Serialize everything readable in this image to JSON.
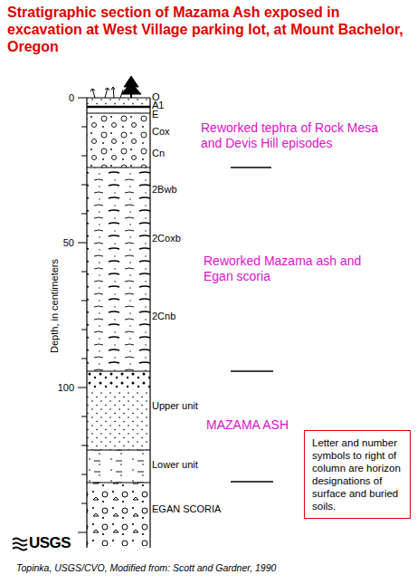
{
  "diagram": {
    "title": "Stratigraphic section of Mazama Ash exposed in excavation at West Village parking lot, at Mount Bachelor, Oregon",
    "caption": "Topinka, USGS/CVO, Modified from: Scott and Gardner, 1990",
    "nodes": [
      {
        "text": [
          "Letter and number symbols to right of column are horizon designations of surface and buried soils."
        ]
      }
    ],
    "labels": [
      "O",
      "A1",
      "E",
      "Cox",
      "Cn",
      "2Bwb",
      "2Coxb",
      "2Cnb",
      "Upper unit",
      "Lower unit",
      "EGAN SCORIA",
      "Reworked tephra of Rock Mesa and Devis Hill episodes",
      "Reworked Mazama ash and Egan scoria",
      "MAZAMA ASH",
      "0",
      "50",
      "100",
      "Depth, in centimeters",
      "USGS"
    ]
  }
}
